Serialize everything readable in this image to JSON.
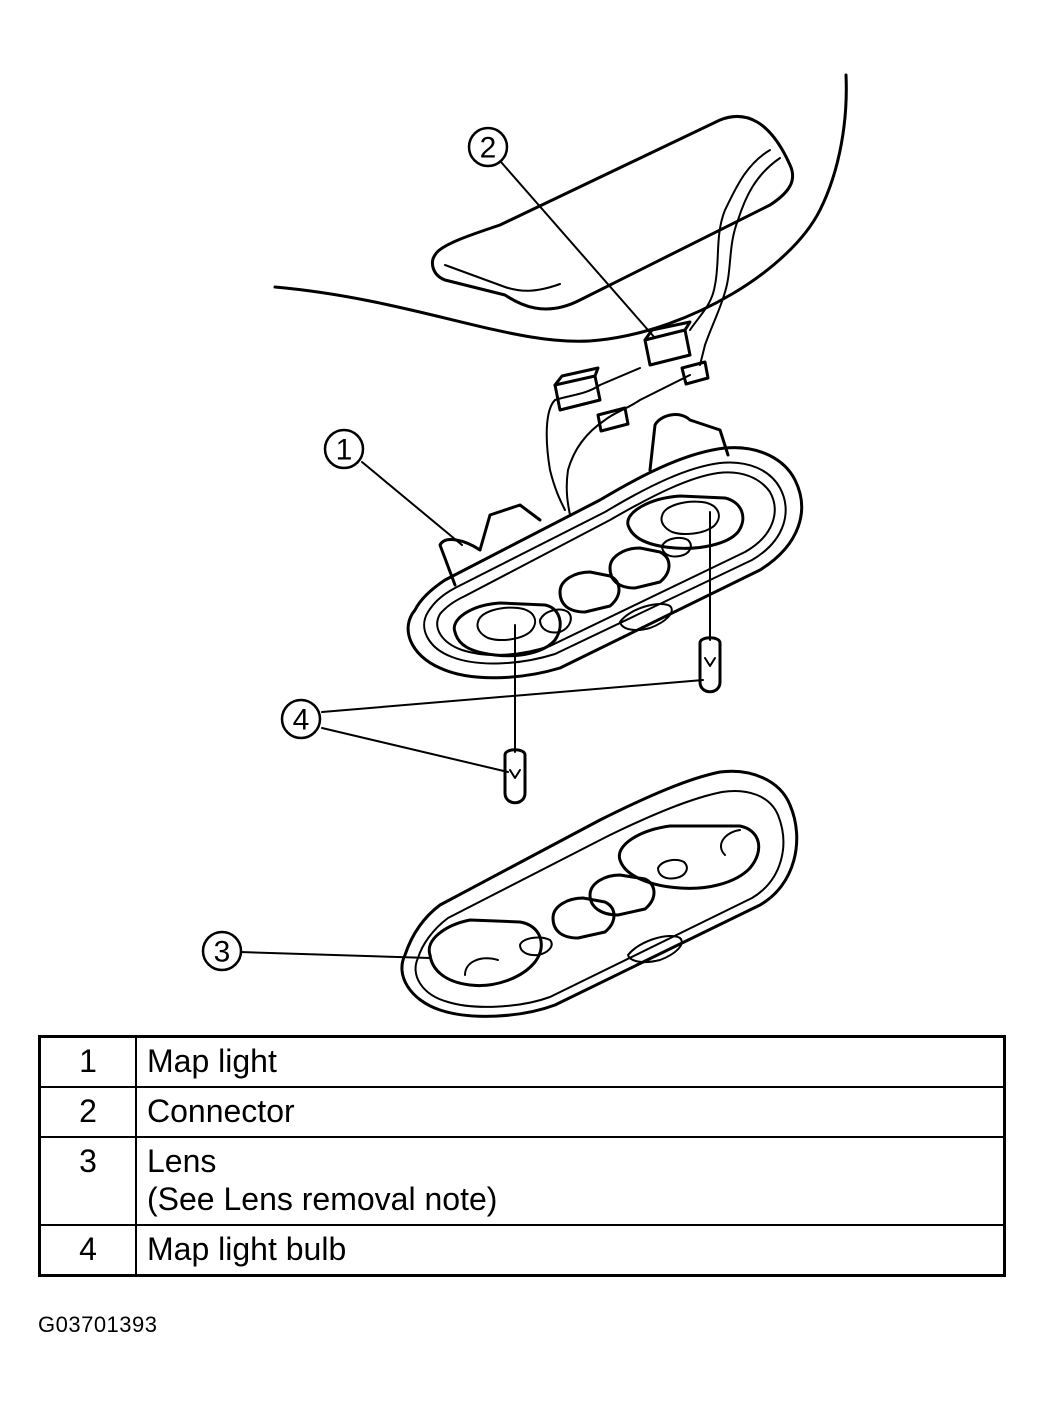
{
  "callouts": [
    {
      "id": "1"
    },
    {
      "id": "2"
    },
    {
      "id": "3"
    },
    {
      "id": "4"
    }
  ],
  "legend": {
    "rows": [
      {
        "num": "1",
        "desc": [
          "Map light"
        ]
      },
      {
        "num": "2",
        "desc": [
          "Connector"
        ]
      },
      {
        "num": "3",
        "desc": [
          "Lens",
          "(See Lens removal note)"
        ]
      },
      {
        "num": "4",
        "desc": [
          "Map light bulb"
        ]
      }
    ]
  },
  "figure_id": "G03701393"
}
